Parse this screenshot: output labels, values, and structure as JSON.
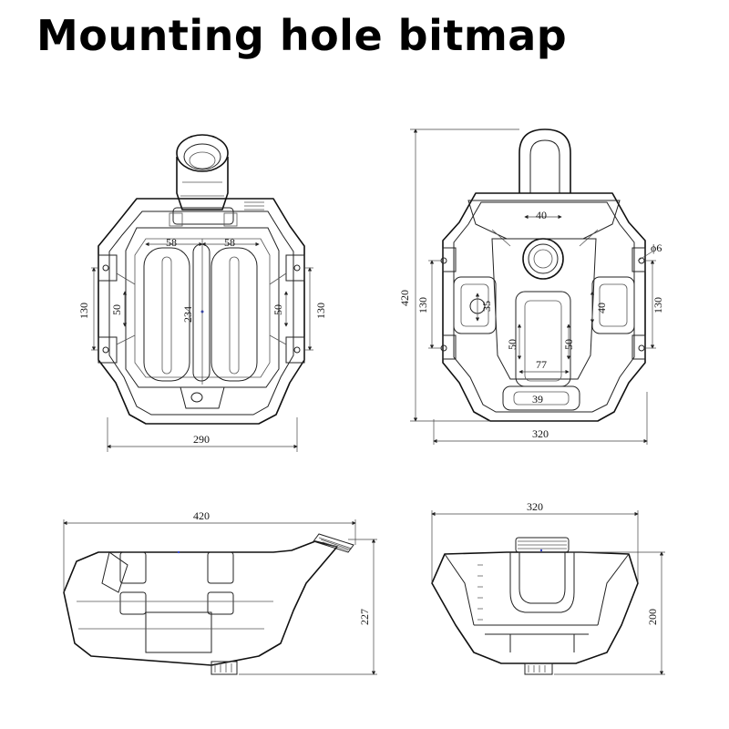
{
  "title": "Mounting hole bitmap",
  "colors": {
    "line": "#111111",
    "marker": "#3344cc",
    "background": "#ffffff"
  },
  "views": {
    "top_left": {
      "d_58a": "58",
      "d_58b": "58",
      "d_130_left": "130",
      "d_50_left": "50",
      "d_234": "234",
      "d_50_right": "50",
      "d_130_right": "130",
      "d_290": "290"
    },
    "top_right": {
      "d_40_top": "40",
      "d_phi6": "ϕ6",
      "d_420": "420",
      "d_130_left": "130",
      "d_35": "35",
      "d_40_right": "40",
      "d_130_right": "130",
      "d_50_left": "50",
      "d_50_right": "50",
      "d_77": "77",
      "d_39": "39",
      "d_320": "320"
    },
    "side_left": {
      "d_420": "420",
      "d_227": "227"
    },
    "side_right": {
      "d_320": "320",
      "d_200": "200"
    }
  }
}
